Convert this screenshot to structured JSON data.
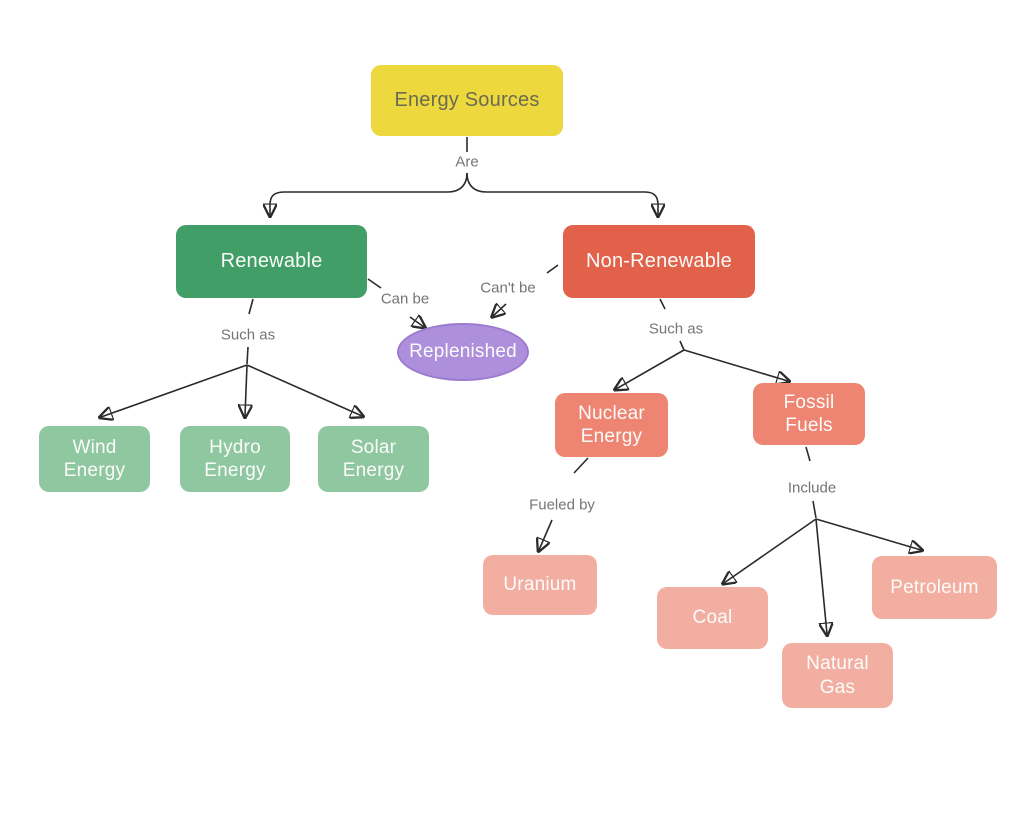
{
  "diagram": {
    "background": "#ffffff",
    "arrow_color": "#2b2b2b",
    "edge_label_color": "#757575",
    "nodes": {
      "energy_sources": {
        "label": "Energy Sources",
        "shape": "rounded-rect",
        "fill": "#edd83e",
        "text_color": "#6b6a52"
      },
      "renewable": {
        "label": "Renewable",
        "shape": "rounded-rect",
        "fill": "#419e66",
        "text_color": "#fbfbf9"
      },
      "non_renewable": {
        "label": "Non-Renewable",
        "shape": "rounded-rect",
        "fill": "#e2614b",
        "text_color": "#fbfbf9"
      },
      "replenished": {
        "label": "Replenished",
        "shape": "ellipse",
        "fill": "#ad8fdc",
        "border_color": "#9b7ad0",
        "text_color": "#fbfbf9"
      },
      "wind_energy": {
        "label": "Wind Energy",
        "shape": "rounded-rect",
        "fill": "#8fc8a0",
        "text_color": "#fbfbf9"
      },
      "hydro_energy": {
        "label": "Hydro Energy",
        "shape": "rounded-rect",
        "fill": "#8fc8a0",
        "text_color": "#fbfbf9"
      },
      "solar_energy": {
        "label": "Solar Energy",
        "shape": "rounded-rect",
        "fill": "#8fc8a0",
        "text_color": "#fbfbf9"
      },
      "nuclear_energy": {
        "label": "Nuclear Energy",
        "shape": "rounded-rect",
        "fill": "#ee8573",
        "text_color": "#fbfbf9"
      },
      "fossil_fuels": {
        "label": "Fossil Fuels",
        "shape": "rounded-rect",
        "fill": "#ee8573",
        "text_color": "#fbfbf9"
      },
      "uranium": {
        "label": "Uranium",
        "shape": "rounded-rect",
        "fill": "#f3aea2",
        "text_color": "#fbfbf9"
      },
      "coal": {
        "label": "Coal",
        "shape": "rounded-rect",
        "fill": "#f3aea2",
        "text_color": "#fbfbf9"
      },
      "natural_gas": {
        "label": "Natural Gas",
        "shape": "rounded-rect",
        "fill": "#f3aea2",
        "text_color": "#fbfbf9"
      },
      "petroleum": {
        "label": "Petroleum",
        "shape": "rounded-rect",
        "fill": "#f3aea2",
        "text_color": "#fbfbf9"
      }
    },
    "edge_labels": {
      "are": "Are",
      "such_as_left": "Such as",
      "can_be": "Can be",
      "cant_be": "Can't be",
      "such_as_right": "Such as",
      "fueled_by": "Fueled by",
      "include": "Include"
    }
  }
}
